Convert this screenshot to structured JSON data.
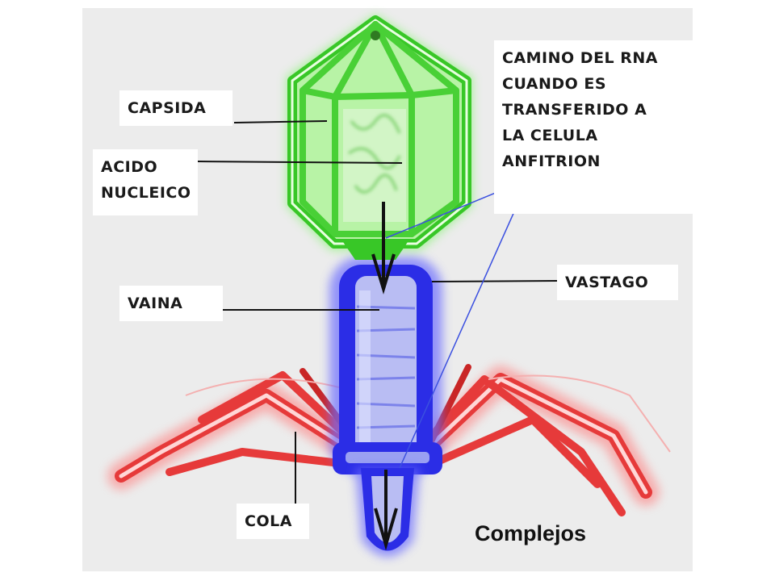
{
  "labels": {
    "capsida": "CAPSIDA",
    "acido": "ACIDO\nNUCLEICO",
    "camino": "CAMINO DEL RNA\nCUANDO ES\nTRANSFERIDO A\nLA CELULA\nANFITRION",
    "vaina": "VAINA",
    "vastago": "VASTAGO",
    "cola": "COLA"
  },
  "caption": "Complejos",
  "colors": {
    "capsid": "#5ee64a",
    "sheath": "#2b2de6",
    "tail_fibers": "#e63a3a",
    "pointer": "#3b50e0"
  }
}
